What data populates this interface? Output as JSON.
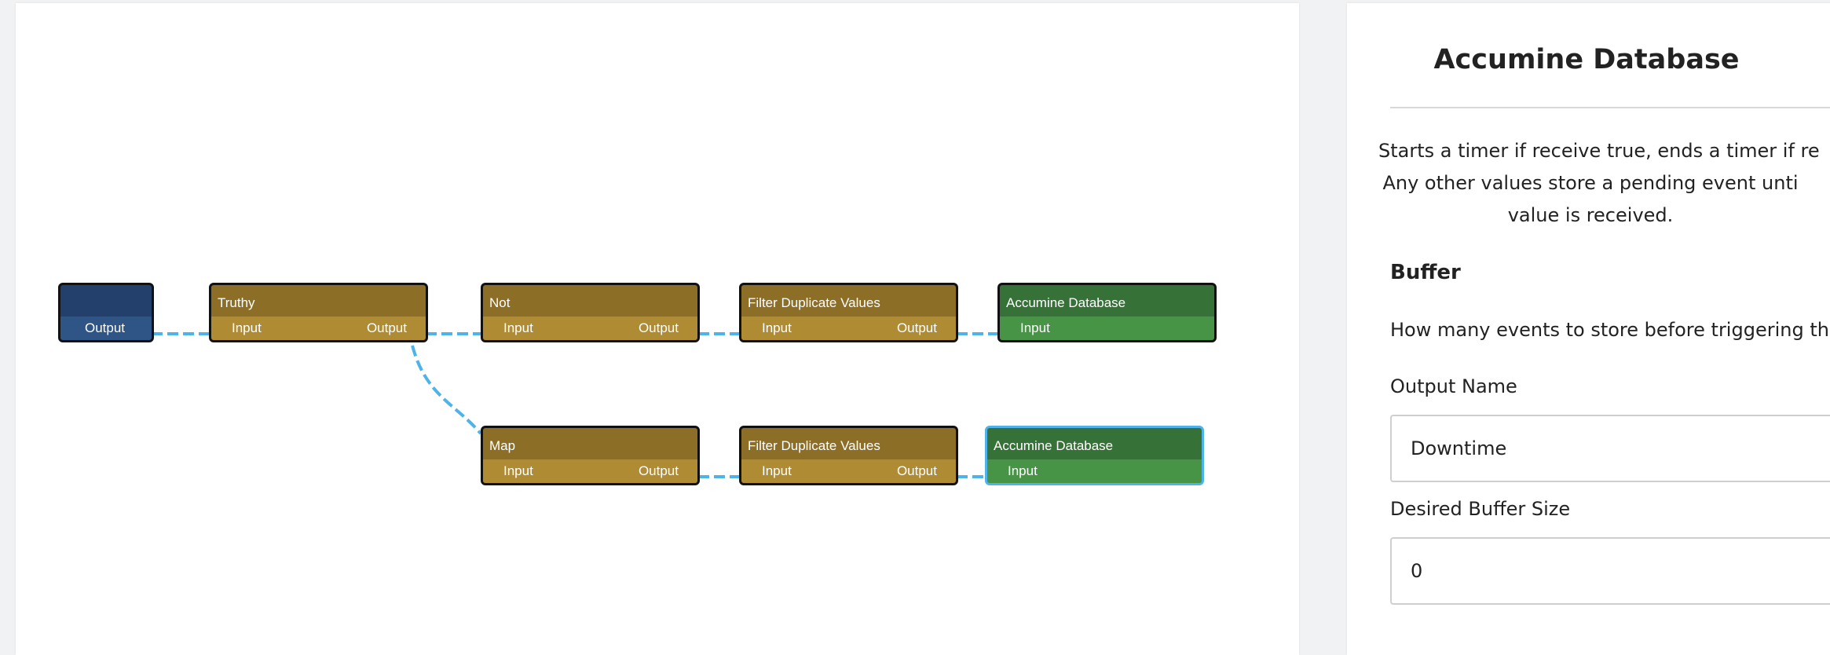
{
  "flow": {
    "nodes": [
      {
        "id": "n0",
        "title": "",
        "input_label": "",
        "output_label": "Output",
        "kind": "blue",
        "selected": false
      },
      {
        "id": "n1",
        "title": "Truthy",
        "input_label": "Input",
        "output_label": "Output",
        "kind": "brown",
        "selected": false
      },
      {
        "id": "n2",
        "title": "Not",
        "input_label": "Input",
        "output_label": "Output",
        "kind": "brown",
        "selected": false
      },
      {
        "id": "n3",
        "title": "Filter Duplicate Values",
        "input_label": "Input",
        "output_label": "Output",
        "kind": "brown",
        "selected": false
      },
      {
        "id": "n4",
        "title": "Accumine Database",
        "input_label": "Input",
        "output_label": "",
        "kind": "green",
        "selected": false
      },
      {
        "id": "n5",
        "title": "Map",
        "input_label": "Input",
        "output_label": "Output",
        "kind": "brown",
        "selected": false
      },
      {
        "id": "n6",
        "title": "Filter Duplicate Values",
        "input_label": "Input",
        "output_label": "Output",
        "kind": "brown",
        "selected": false
      },
      {
        "id": "n7",
        "title": "Accumine Database",
        "input_label": "Input",
        "output_label": "",
        "kind": "green",
        "selected": true
      }
    ],
    "connections": [
      {
        "from": "n0",
        "to": "n1"
      },
      {
        "from": "n1",
        "to": "n2"
      },
      {
        "from": "n2",
        "to": "n3"
      },
      {
        "from": "n3",
        "to": "n4"
      },
      {
        "from": "n1",
        "to": "n5"
      },
      {
        "from": "n5",
        "to": "n6"
      },
      {
        "from": "n6",
        "to": "n7"
      }
    ],
    "colors": {
      "node_body": "#8c6e26",
      "node_port_bar": "#af8b33",
      "db_body": "#367237",
      "db_port_bar": "#479446",
      "source_body": "#233f6b",
      "source_port_bar": "#2f5486",
      "wire": "#4db3ea",
      "selected_border": "#4db3ea"
    }
  },
  "panel": {
    "title": "Accumine Database",
    "description_lines": [
      "Starts a timer if receive true, ends a timer if re",
      "Any other values store a pending event unti",
      "value is received."
    ],
    "buffer_heading": "Buffer",
    "buffer_help": "How many events to store before triggering th",
    "output_name_label": "Output Name",
    "output_name_value": "Downtime",
    "buffer_size_label": "Desired Buffer Size",
    "buffer_size_value": "0"
  }
}
